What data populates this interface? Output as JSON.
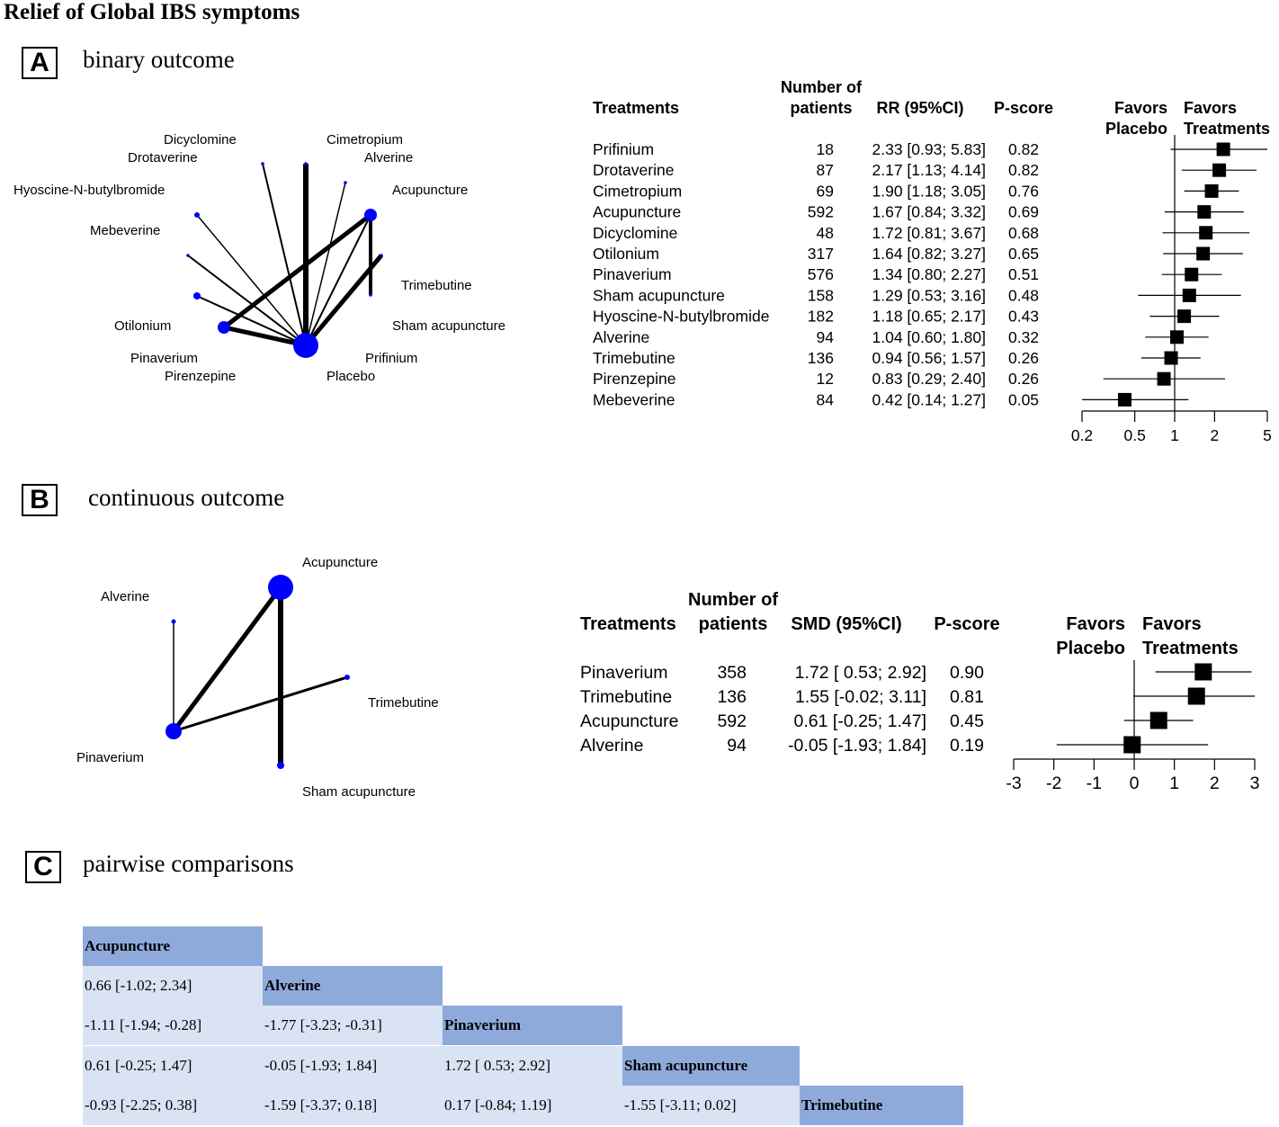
{
  "title": "Relief of Global IBS symptoms",
  "panels": {
    "a": {
      "letter": "A",
      "title": "binary outcome"
    },
    "b": {
      "letter": "B",
      "title": "continuous outcome"
    },
    "c": {
      "letter": "C",
      "title": "pairwise comparisons"
    }
  },
  "colors": {
    "network_node": "#0000ff",
    "network_edge": "#000000",
    "league_diagonal": "#8eaadb",
    "league_cell": "#dae3f3"
  },
  "network_a": {
    "node_labels": [
      "Dicyclomine",
      "Drotaverine",
      "Hyoscine-N-butylbromide",
      "Mebeverine",
      "Otilonium",
      "Pinaverium",
      "Pirenzepine",
      "Placebo",
      "Prifinium",
      "Sham acupuncture",
      "Trimebutine",
      "Acupuncture",
      "Alverine",
      "Cimetropium"
    ]
  },
  "network_b": {
    "node_labels": [
      "Acupuncture",
      "Alverine",
      "Trimebutine",
      "Pinaverium",
      "Sham acupuncture"
    ]
  },
  "chart_data": [
    {
      "type": "forest",
      "panel": "A",
      "headers": {
        "treatments": "Treatments",
        "patients_line1": "Number of",
        "patients_line2": "patients",
        "effect": "RR (95%CI)",
        "pscore": "P-score",
        "left_favor_line1": "Favors",
        "left_favor_line2": "Placebo",
        "right_favor_line1": "Favors",
        "right_favor_line2": "Treatments"
      },
      "scale": "log",
      "null_value": 1,
      "xlim": [
        0.2,
        5
      ],
      "ticks": [
        0.2,
        0.5,
        1,
        2,
        5
      ],
      "tick_labels": [
        "0.2",
        "0.5",
        "1",
        "2",
        "5"
      ],
      "rows": [
        {
          "treatment": "Prifinium",
          "n": "18",
          "ci_text": "2.33 [0.93; 5.83]",
          "pscore": "0.82",
          "est": 2.33,
          "lo": 0.93,
          "hi": 5.83
        },
        {
          "treatment": "Drotaverine",
          "n": "87",
          "ci_text": "2.17 [1.13; 4.14]",
          "pscore": "0.82",
          "est": 2.17,
          "lo": 1.13,
          "hi": 4.14
        },
        {
          "treatment": "Cimetropium",
          "n": "69",
          "ci_text": "1.90 [1.18; 3.05]",
          "pscore": "0.76",
          "est": 1.9,
          "lo": 1.18,
          "hi": 3.05
        },
        {
          "treatment": "Acupuncture",
          "n": "592",
          "ci_text": "1.67 [0.84; 3.32]",
          "pscore": "0.69",
          "est": 1.67,
          "lo": 0.84,
          "hi": 3.32
        },
        {
          "treatment": "Dicyclomine",
          "n": "48",
          "ci_text": "1.72 [0.81; 3.67]",
          "pscore": "0.68",
          "est": 1.72,
          "lo": 0.81,
          "hi": 3.67
        },
        {
          "treatment": "Otilonium",
          "n": "317",
          "ci_text": "1.64 [0.82; 3.27]",
          "pscore": "0.65",
          "est": 1.64,
          "lo": 0.82,
          "hi": 3.27
        },
        {
          "treatment": "Pinaverium",
          "n": "576",
          "ci_text": "1.34 [0.80; 2.27]",
          "pscore": "0.51",
          "est": 1.34,
          "lo": 0.8,
          "hi": 2.27
        },
        {
          "treatment": "Sham acupuncture",
          "n": "158",
          "ci_text": "1.29 [0.53; 3.16]",
          "pscore": "0.48",
          "est": 1.29,
          "lo": 0.53,
          "hi": 3.16
        },
        {
          "treatment": "Hyoscine-N-butylbromide",
          "n": "182",
          "ci_text": "1.18 [0.65; 2.17]",
          "pscore": "0.43",
          "est": 1.18,
          "lo": 0.65,
          "hi": 2.17
        },
        {
          "treatment": "Alverine",
          "n": "94",
          "ci_text": "1.04 [0.60; 1.80]",
          "pscore": "0.32",
          "est": 1.04,
          "lo": 0.6,
          "hi": 1.8
        },
        {
          "treatment": "Trimebutine",
          "n": "136",
          "ci_text": "0.94 [0.56; 1.57]",
          "pscore": "0.26",
          "est": 0.94,
          "lo": 0.56,
          "hi": 1.57
        },
        {
          "treatment": "Pirenzepine",
          "n": "12",
          "ci_text": "0.83 [0.29; 2.40]",
          "pscore": "0.26",
          "est": 0.83,
          "lo": 0.29,
          "hi": 2.4
        },
        {
          "treatment": "Mebeverine",
          "n": "84",
          "ci_text": "0.42 [0.14; 1.27]",
          "pscore": "0.05",
          "est": 0.42,
          "lo": 0.14,
          "hi": 1.27
        }
      ]
    },
    {
      "type": "forest",
      "panel": "B",
      "headers": {
        "treatments": "Treatments",
        "patients_line1": "Number of",
        "patients_line2": "patients",
        "effect": "SMD (95%CI)",
        "pscore": "P-score",
        "left_favor_line1": "Favors",
        "left_favor_line2": "Placebo",
        "right_favor_line1": "Favors",
        "right_favor_line2": "Treatments"
      },
      "scale": "linear",
      "null_value": 0,
      "xlim": [
        -3,
        3
      ],
      "ticks": [
        -3,
        -2,
        -1,
        0,
        1,
        2,
        3
      ],
      "tick_labels": [
        "-3",
        "-2",
        "-1",
        "0",
        "1",
        "2",
        "3"
      ],
      "rows": [
        {
          "treatment": "Pinaverium",
          "n": "358",
          "ci_text": "1.72 [ 0.53; 2.92]",
          "pscore": "0.90",
          "est": 1.72,
          "lo": 0.53,
          "hi": 2.92
        },
        {
          "treatment": "Trimebutine",
          "n": "136",
          "ci_text": "1.55 [-0.02; 3.11]",
          "pscore": "0.81",
          "est": 1.55,
          "lo": -0.02,
          "hi": 3.11
        },
        {
          "treatment": "Acupuncture",
          "n": "592",
          "ci_text": "0.61 [-0.25; 1.47]",
          "pscore": "0.45",
          "est": 0.61,
          "lo": -0.25,
          "hi": 1.47
        },
        {
          "treatment": "Alverine",
          "n": "94",
          "ci_text": "-0.05 [-1.93; 1.84]",
          "pscore": "0.19",
          "est": -0.05,
          "lo": -1.93,
          "hi": 1.84
        }
      ]
    },
    {
      "type": "table",
      "panel": "C",
      "diagonal": [
        "Acupuncture",
        "Alverine",
        "Pinaverium",
        "Sham acupuncture",
        "Trimebutine"
      ],
      "lower": [
        [],
        [
          "0.66  [-1.02; 2.34]"
        ],
        [
          "-1.11 [-1.94; -0.28]",
          "-1.77 [-3.23; -0.31]"
        ],
        [
          "0.61  [-0.25; 1.47]",
          "-0.05 [-1.93; 1.84]",
          "1.72 [ 0.53; 2.92]"
        ],
        [
          "-0.93 [-2.25; 0.38]",
          "-1.59 [-3.37; 0.18]",
          "0.17 [-0.84; 1.19]",
          "-1.55 [-3.11; 0.02]"
        ]
      ]
    }
  ]
}
